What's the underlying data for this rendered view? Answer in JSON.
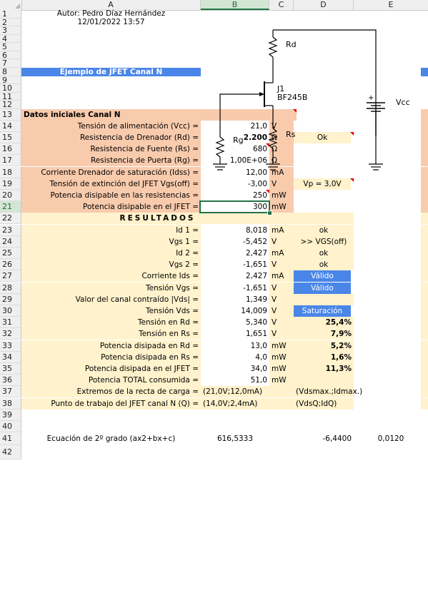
{
  "columns": [
    "A",
    "B",
    "C",
    "D",
    "E"
  ],
  "rows": [
    "1",
    "2",
    "3",
    "4",
    "5",
    "6",
    "7",
    "8",
    "9",
    "10",
    "11",
    "12",
    "13",
    "14",
    "15",
    "16",
    "17",
    "18",
    "19",
    "20",
    "21",
    "22",
    "23",
    "24",
    "25",
    "26",
    "27",
    "28",
    "29",
    "30",
    "31",
    "32",
    "33",
    "34",
    "35",
    "36",
    "37",
    "38",
    "39",
    "40",
    "41",
    "42"
  ],
  "header": {
    "author": "Autor: Pedro Díaz Hernández",
    "datetime": "12/01/2022 13:57",
    "example_title": "Ejemplo de JFET Canal N"
  },
  "circuit": {
    "rd": "Rd",
    "rg": "Rg",
    "rs": "Rs",
    "j1": "J1",
    "model": "BF245B",
    "vcc": "Vcc"
  },
  "datos": {
    "title": "Datos iniciales Canal N",
    "rows": [
      {
        "label": "Tensión de alimentación (Vcc) =",
        "value": "21,0",
        "unit": "V",
        "note": ""
      },
      {
        "label": "Resistencia de Drenador (Rd) =",
        "value": "2.200",
        "unit": "Ω",
        "note": "Ok"
      },
      {
        "label": "Resistencia de Fuente (Rs) =",
        "value": "680",
        "unit": "Ω",
        "note": ""
      },
      {
        "label": "Resistencia de Puerta (Rg) =",
        "value": "1,00E+06",
        "unit": "Ω",
        "note": ""
      },
      {
        "label": "Corriente Drenador de saturación (Idss) =",
        "value": "12,00",
        "unit": "mA",
        "note": ""
      },
      {
        "label": "Tensión de extinción del JFET Vgs(off) =",
        "value": "-3,00",
        "unit": "V",
        "note": "Vp = 3,0V"
      },
      {
        "label": "Potencia disipable en las resistencias =",
        "value": "250",
        "unit": "mW",
        "note": ""
      },
      {
        "label": "Potencia disipable en el JFET =",
        "value": "300",
        "unit": "mW",
        "note": ""
      }
    ]
  },
  "resultados": {
    "title": "RESULTADOS",
    "rows": [
      {
        "label": "Id 1 =",
        "value": "8,018",
        "unit": "mA",
        "note": "ok"
      },
      {
        "label": "Vgs 1 =",
        "value": "-5,452",
        "unit": "V",
        "note": ">> VGS(off)"
      },
      {
        "label": "Id 2 =",
        "value": "2,427",
        "unit": "mA",
        "note": "ok"
      },
      {
        "label": "Vgs 2 =",
        "value": "-1,651",
        "unit": "V",
        "note": "ok"
      },
      {
        "label": "Corriente Ids =",
        "value": "2,427",
        "unit": "mA",
        "note": "Válido"
      },
      {
        "label": "Tensión Vgs =",
        "value": "-1,651",
        "unit": "V",
        "note": "Válido"
      },
      {
        "label": "Valor del canal contraído |Vds| =",
        "value": "1,349",
        "unit": "V",
        "note": ""
      },
      {
        "label": "Tensión Vds =",
        "value": "14,009",
        "unit": "V",
        "note": "Saturación"
      },
      {
        "label": "Tensión en Rd =",
        "value": "5,340",
        "unit": "V",
        "note": "25,4%"
      },
      {
        "label": "Tensión en Rs =",
        "value": "1,651",
        "unit": "V",
        "note": "7,9%"
      },
      {
        "label": "Potencia disipada en Rd =",
        "value": "13,0",
        "unit": "mW",
        "note": "5,2%"
      },
      {
        "label": "Potencia disipada en Rs =",
        "value": "4,0",
        "unit": "mW",
        "note": "1,6%"
      },
      {
        "label": "Potencia disipada en el JFET =",
        "value": "34,0",
        "unit": "mW",
        "note": "11,3%"
      },
      {
        "label": "Potencia TOTAL consumida =",
        "value": "51,0",
        "unit": "mW",
        "note": ""
      }
    ]
  },
  "carga": {
    "extremos_label": "Extremos de la recta de carga =",
    "extremos_value": "(21,0V;12,0mA)",
    "extremos_note": "(Vdsmax.;Idmax.)",
    "punto_label": "Punto de trabajo del JFET canal N (Q) =",
    "punto_value": "(14,0V;2,4mA)",
    "punto_note": "(VdsQ;IdQ)"
  },
  "ecuacion": {
    "label": "Ecuación de 2º grado (ax2+bx+c)",
    "a": "616,5333",
    "b": "-6,4400",
    "c": "0,0120"
  },
  "colors": {
    "orange": "#f8cbad",
    "yellow": "#fff2cc",
    "blue": "#4a86e8",
    "selection": "#217346"
  }
}
